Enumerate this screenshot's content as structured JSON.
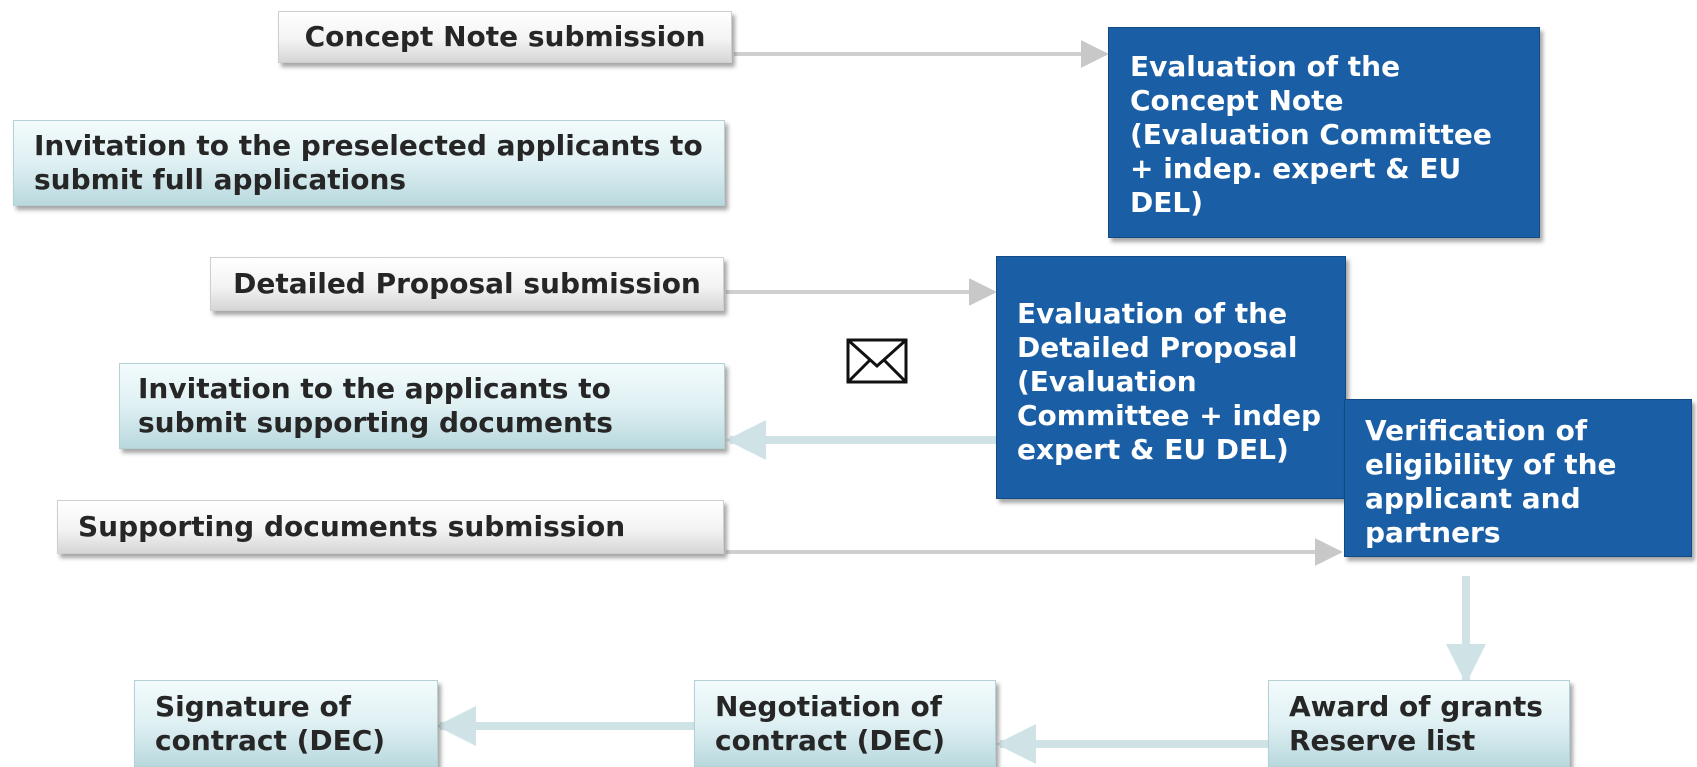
{
  "nodes": {
    "concept_note_submission": "Concept Note submission",
    "invitation_preselected": "Invitation to the preselected applicants to submit full applications",
    "detailed_proposal_submission": "Detailed Proposal submission",
    "invitation_supporting_docs": "Invitation to the applicants to submit supporting documents",
    "supporting_docs_submission": "Supporting documents submission",
    "evaluation_concept_note": "Evaluation of the Concept Note (Evaluation Committee + indep. expert & EU DEL)",
    "evaluation_detailed_proposal": "Evaluation of the Detailed Proposal (Evaluation Committee + indep expert & EU DEL)",
    "verification_eligibility": "Verification of eligibility of the applicant and partners",
    "award_of_grants": "Award of grants Reserve list",
    "negotiation_of_contract": "Negotiation of contract (DEC)",
    "signature_of_contract": "Signature of contract (DEC)"
  },
  "colors": {
    "blue_box": "#1a5ea5",
    "teal_box": "#dff0f3",
    "gray_box": "#f3f3f3",
    "connector": "#cfe3e6"
  },
  "icons": {
    "envelope": "envelope-icon"
  }
}
